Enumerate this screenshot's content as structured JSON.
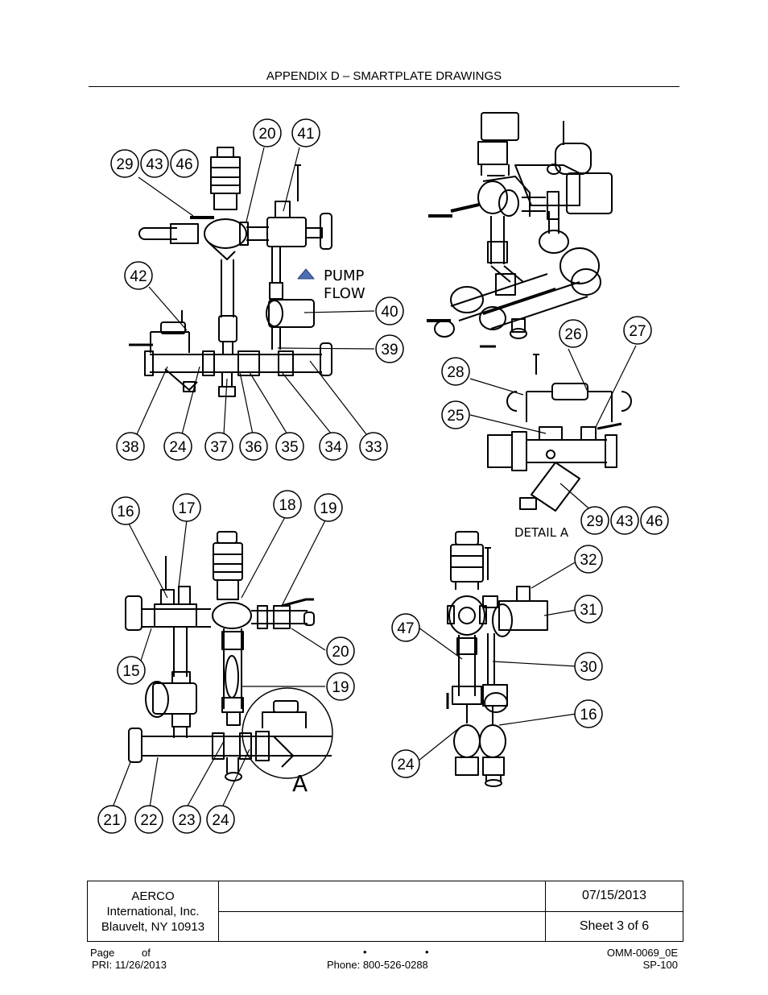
{
  "header": {
    "title": "APPENDIX D – SMARTPLATE DRAWINGS"
  },
  "drawing": {
    "pump_flow": [
      "PUMP",
      "FLOW"
    ],
    "detail_label": "DETAIL A",
    "view_marker": "A",
    "view1_callouts": [
      "29",
      "43",
      "46",
      "20",
      "41",
      "42",
      "40",
      "39",
      "38",
      "24",
      "37",
      "36",
      "35",
      "34",
      "33"
    ],
    "detail_callouts": [
      "26",
      "27",
      "28",
      "25",
      "29",
      "43",
      "46"
    ],
    "view3_callouts": [
      "16",
      "17",
      "18",
      "19",
      "15",
      "20",
      "19",
      "21",
      "22",
      "23",
      "24"
    ],
    "view4_callouts": [
      "32",
      "31",
      "47",
      "30",
      "16",
      "24"
    ]
  },
  "title_block": {
    "company_name": "AERCO",
    "company_line2": "International, Inc.",
    "company_line3": "Blauvelt, NY 10913",
    "date": "07/15/2013",
    "sheet": "Sheet 3 of 6"
  },
  "footer": {
    "page_label": "Page",
    "of_label": "of",
    "pri": "PRI:  11/26/2013",
    "bullet": "•",
    "phone": "Phone: 800-526-0288",
    "doc_number": "OMM-0069_0E",
    "model": "SP-100"
  }
}
